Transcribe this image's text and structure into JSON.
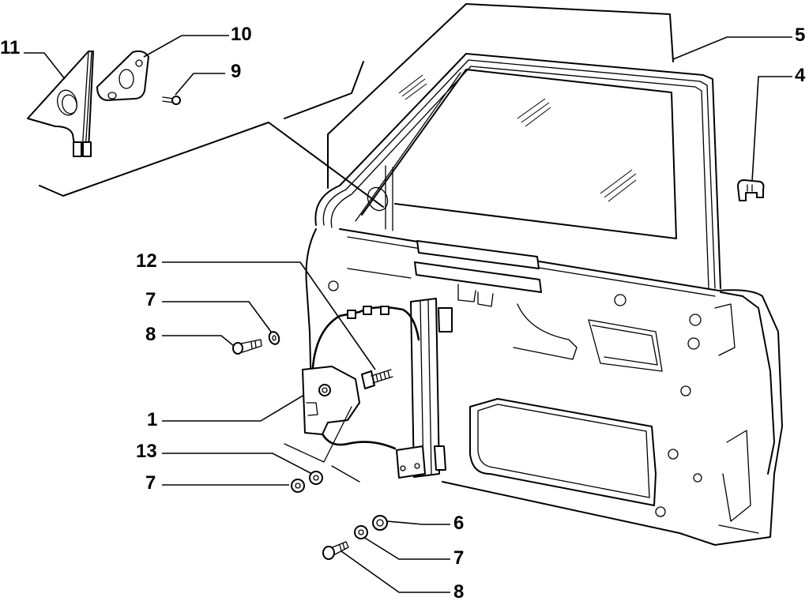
{
  "diagram": {
    "subject": "Front door - window glass and window regulator (exploded view)",
    "line_color": "#000000",
    "background_color": "#ffffff",
    "callouts": [
      {
        "id": "c11",
        "label": "11",
        "part": "mirror-mount-triangle-panel"
      },
      {
        "id": "c10",
        "label": "10",
        "part": "mirror-bracket-plate"
      },
      {
        "id": "c9",
        "label": "9",
        "part": "small-screw"
      },
      {
        "id": "c5",
        "label": "5",
        "part": "door-window-glass"
      },
      {
        "id": "c4",
        "label": "4",
        "part": "clip"
      },
      {
        "id": "c12",
        "label": "12",
        "part": "regulator-bolt"
      },
      {
        "id": "c7a",
        "label": "7",
        "part": "washer"
      },
      {
        "id": "c8a",
        "label": "8",
        "part": "bolt"
      },
      {
        "id": "c1",
        "label": "1",
        "part": "window-regulator"
      },
      {
        "id": "c13",
        "label": "13",
        "part": "nut"
      },
      {
        "id": "c7b",
        "label": "7",
        "part": "washer"
      },
      {
        "id": "c6",
        "label": "6",
        "part": "nut"
      },
      {
        "id": "c7c",
        "label": "7",
        "part": "washer"
      },
      {
        "id": "c8b",
        "label": "8",
        "part": "bolt"
      }
    ]
  }
}
